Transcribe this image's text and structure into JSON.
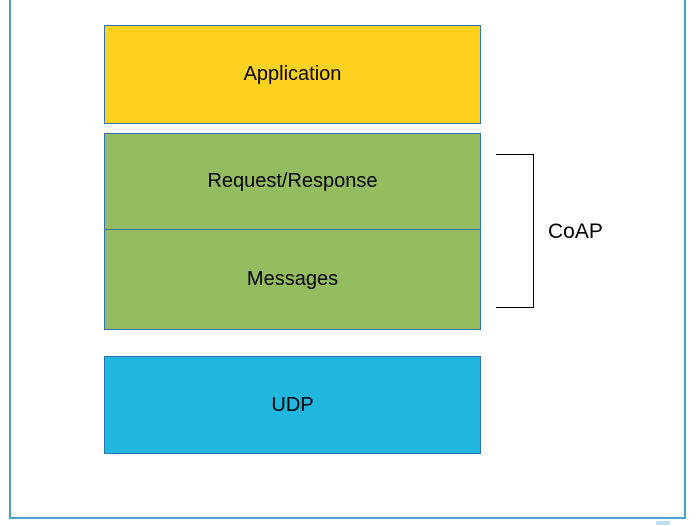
{
  "diagram": {
    "layers": {
      "application": {
        "label": "Application",
        "fill": "#FFD21F"
      },
      "request_response": {
        "label": "Request/Response",
        "fill": "#93BD5F"
      },
      "messages": {
        "label": "Messages",
        "fill": "#93BD5F"
      },
      "udp": {
        "label": "UDP",
        "fill": "#20B6DD"
      }
    },
    "bracket": {
      "label": "CoAP",
      "color": "#000000"
    },
    "colors": {
      "box_border": "#2E74B5",
      "page_border": "#45A6CC",
      "text": "#000000",
      "background": "#FFFFFF"
    }
  }
}
